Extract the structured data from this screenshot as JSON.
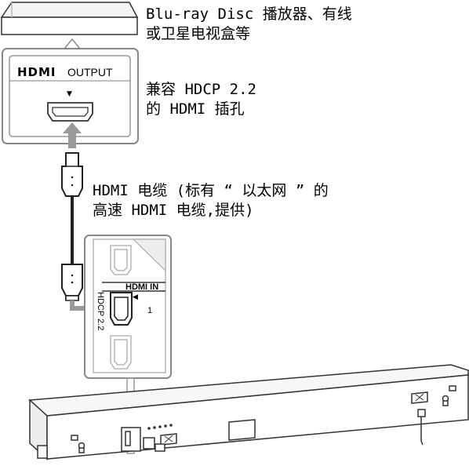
{
  "labels": {
    "source_device_line1": "Blu-ray Disc 播放器、有线",
    "source_device_line2": "或卫星电视盒等",
    "hdcp_line1": "兼容 HDCP 2.2",
    "hdcp_line2": "的 HDMI 插孔",
    "cable_line1": "HDMI 电缆 (标有 “ 以太网 ” 的",
    "cable_line2": "高速 HDMI 电缆,提供)"
  },
  "source_panel": {
    "logo_text": "HDMI",
    "output_label": "OUTPUT",
    "marker": "▼"
  },
  "soundbar_panel": {
    "hdmi_in_label": "HDMI IN",
    "port_number": "1",
    "hdcp_vertical_label": "HDCP 2.2",
    "marker": "◀"
  }
}
